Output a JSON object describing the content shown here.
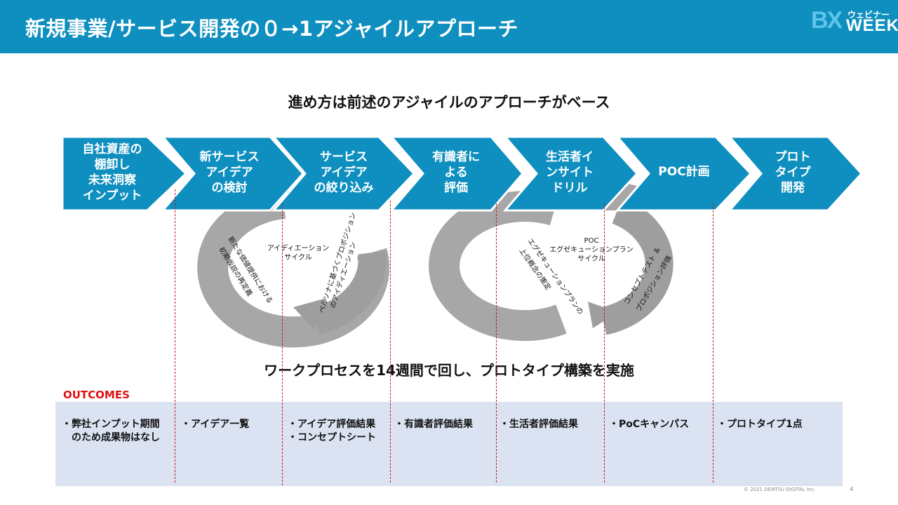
{
  "header": {
    "title": "新規事業/サービス開発の０→1アジャイルアプローチ",
    "logo_bx": "BX",
    "logo_webinar": "ウェビナー",
    "logo_week": "WEEK",
    "accent_color": "#0e8fbf"
  },
  "subtitle": "進め方は前述のアジャイルのアプローチがベース",
  "steps": [
    {
      "label": "自社資産の\n棚卸し\n未来洞察\nインプット"
    },
    {
      "label": "新サービス\nアイデア\nの検討"
    },
    {
      "label": "サービス\nアイデア\nの絞り込み"
    },
    {
      "label": "有識者に\nよる\n評価"
    },
    {
      "label": "生活者イ\nンサイト\nドリル"
    },
    {
      "label": "POC計画"
    },
    {
      "label": "プロト\nタイプ\n開発"
    }
  ],
  "cycles": [
    {
      "center": "アイディエーション\nサイクル",
      "left_arc": "新たな価値提供における",
      "left_arc2": "初期仮説の再定義",
      "right_arc": "ペルソナに基づくプロポジション",
      "right_arc2": "のアイディエーション"
    },
    {
      "center": "POC\nエグゼキューションプラン\nサイクル",
      "left_arc": "エグゼキューションプランの",
      "left_arc2": "上位概念の策定",
      "right_arc": "コンセプトテスト ＆",
      "right_arc2": "プロポジション評価"
    }
  ],
  "mid_title": "ワークプロセスを14週間で回し、プロトタイプ構築を実施",
  "outcomes_label": "OUTCOMES",
  "outcomes": [
    "・弊社インプット期間\n　のため成果物はなし",
    "・アイデア一覧",
    "・アイデア評価結果\n・コンセプトシート",
    "・有識者評価結果",
    "・生活者評価結果",
    "・PoCキャンパス",
    "・プロトタイプ1点"
  ],
  "footer": {
    "copyright": "© 2021 DENTSU DIGITAL Inc.",
    "page": "4"
  }
}
